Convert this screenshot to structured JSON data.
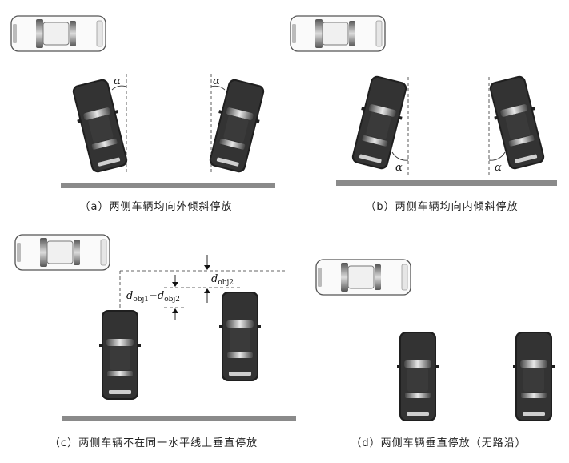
{
  "panels": {
    "a": {
      "caption": "（a）两侧车辆均向外倾斜停放",
      "angle_label": "α"
    },
    "b": {
      "caption": "（b）两侧车辆均向内倾斜停放",
      "angle_label": "α"
    },
    "c": {
      "caption": "（c）两侧车辆不在同一水平线上垂直停放",
      "dim_obj2_main": "d",
      "dim_obj2_sub": "obj2",
      "dim_diff_d1": "d",
      "dim_diff_sub1": "obj1",
      "dim_diff_minus": "−",
      "dim_diff_d2": "d",
      "dim_diff_sub2": "obj2"
    },
    "d": {
      "caption": "（d）两侧车辆垂直停放（无路沿）"
    }
  },
  "colors": {
    "dark_car": "#2a2a2a",
    "light_car": "#f2f2f2",
    "curb": "#8a8a8a"
  }
}
